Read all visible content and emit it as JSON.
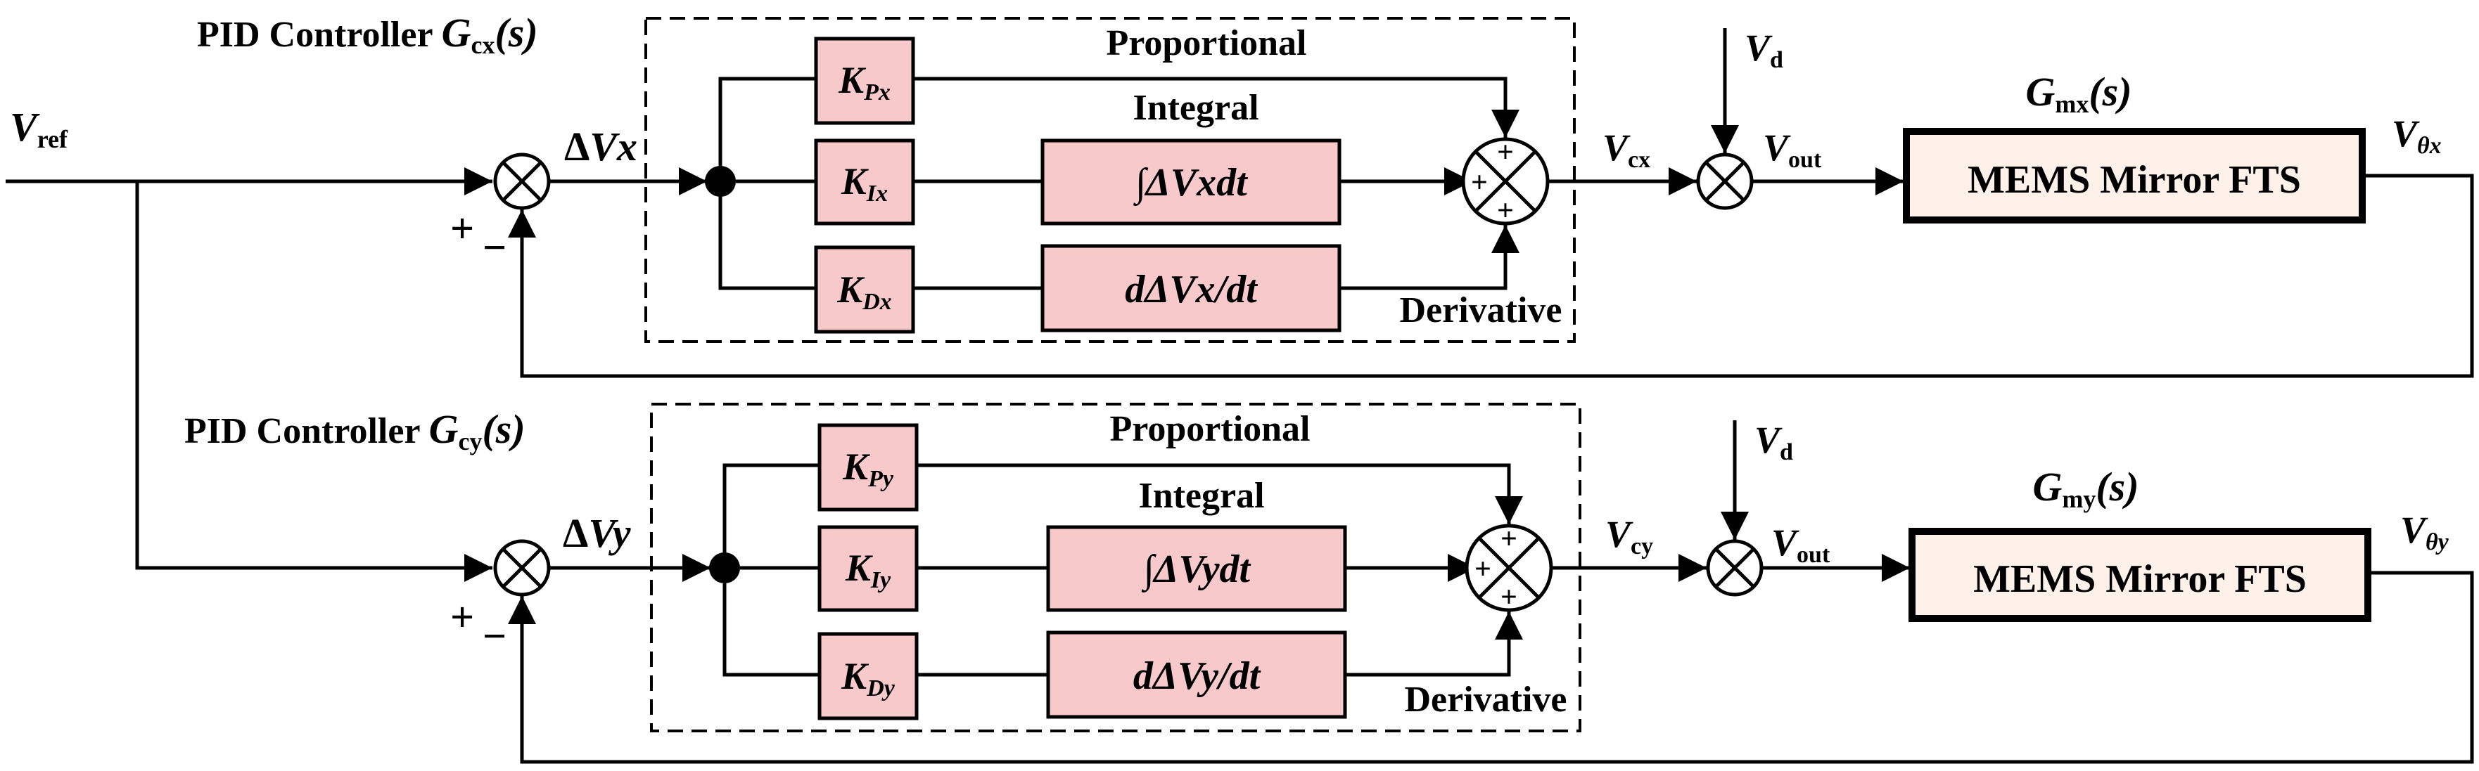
{
  "colors": {
    "block_fill": "#f7c9ca",
    "plant_fill": "#fdf1ea",
    "line": "#000000",
    "background": "#ffffff"
  },
  "inputs": {
    "vref_main": "V",
    "vref_sub": "ref"
  },
  "signs": {
    "plus": "+",
    "minus": "−"
  },
  "x_loop": {
    "controller_title_prefix": "PID Controller ",
    "controller_title_G": "G",
    "controller_title_sub": "cx",
    "controller_title_s": "(s)",
    "error_label_delta": "Δ",
    "error_label_var": "Vx",
    "proportional_label": "Proportional",
    "integral_label": "Integral",
    "derivative_label": "Derivative",
    "kp_main": "K",
    "kp_sub": "Px",
    "ki_main": "K",
    "ki_sub": "Ix",
    "kd_main": "K",
    "kd_sub": "Dx",
    "integral_block": "∫ΔVxdt",
    "derivative_block": "dΔVx/dt",
    "vc_main": "V",
    "vc_sub": "cx",
    "vd_main": "V",
    "vd_sub": "d",
    "vout_main": "V",
    "vout_sub": "out",
    "plant_title_G": "G",
    "plant_title_sub": "mx",
    "plant_title_s": "(s)",
    "plant_block": "MEMS Mirror FTS",
    "output_main": "V",
    "output_sub": "θx"
  },
  "y_loop": {
    "controller_title_prefix": "PID Controller ",
    "controller_title_G": "G",
    "controller_title_sub": "cy",
    "controller_title_s": "(s)",
    "error_label_delta": "Δ",
    "error_label_var": "Vy",
    "proportional_label": "Proportional",
    "integral_label": "Integral",
    "derivative_label": "Derivative",
    "kp_main": "K",
    "kp_sub": "Py",
    "ki_main": "K",
    "ki_sub": "Iy",
    "kd_main": "K",
    "kd_sub": "Dy",
    "integral_block": "∫ΔVydt",
    "derivative_block": "dΔVy/dt",
    "vc_main": "V",
    "vc_sub": "cy",
    "vd_main": "V",
    "vd_sub": "d",
    "vout_main": "V",
    "vout_sub": "out",
    "plant_title_G": "G",
    "plant_title_sub": "my",
    "plant_title_s": "(s)",
    "plant_block": "MEMS Mirror FTS",
    "output_main": "V",
    "output_sub": "θy"
  }
}
